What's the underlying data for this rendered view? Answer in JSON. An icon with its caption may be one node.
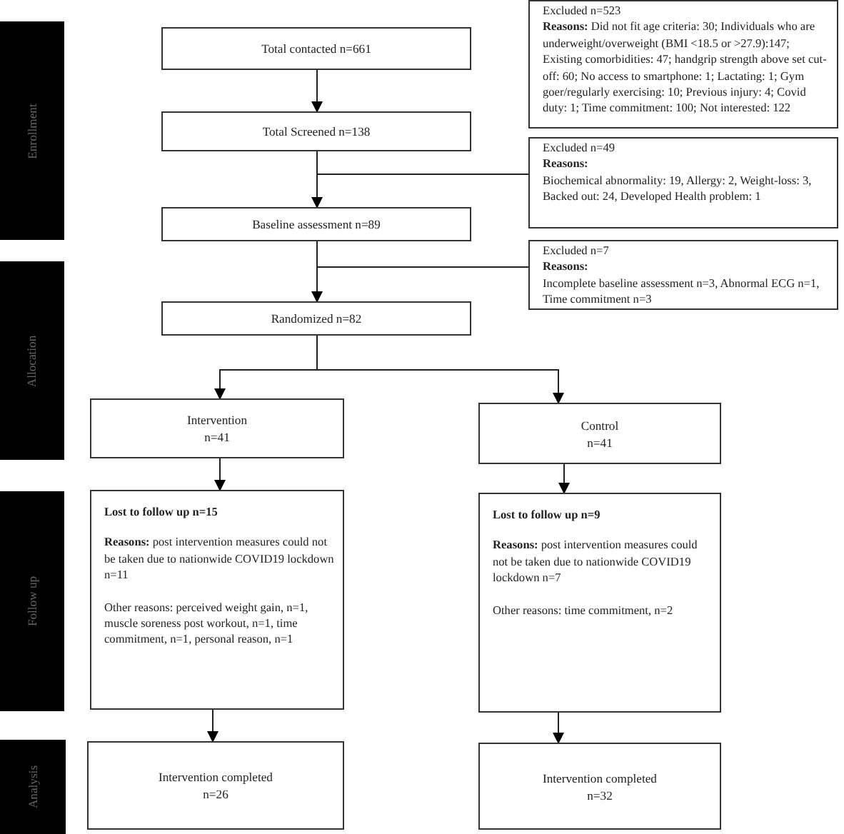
{
  "diagram": {
    "nodes": [
      {
        "text": [
          "Total contacted n=661"
        ]
      },
      {
        "text": [
          "Excluded n=523",
          "**Reasons:** Did not fit age criteria: 30; Individuals who are underweight/overweight (BMI <18.5 or >27.9):147; Existing comorbidities: 47; handgrip strength above set cut-off: 60; No access to smartphone: 1; Lactating: 1; Gym goer/regularly exercising: 10; Previous injury: 4; Covid duty: 1; Time commitment: 100; Not interested: 122"
        ]
      },
      {
        "text": [
          "Total Screened n=138"
        ]
      },
      {
        "text": [
          "Excluded n=49",
          "**Reasons:**",
          "Biochemical abnormality: 19, Allergy: 2, Weight-loss: 3, Backed out: 24, Developed Health problem: 1"
        ]
      },
      {
        "text": [
          "Baseline assessment n=89"
        ]
      },
      {
        "text": [
          "Excluded n=7",
          "**Reasons:**",
          "Incomplete baseline assessment n=3, Abnormal ECG n=1, Time commitment n=3"
        ]
      },
      {
        "text": [
          "Randomized n=82"
        ]
      },
      {
        "text": [
          "Intervention",
          "n=41"
        ]
      },
      {
        "text": [
          "Control",
          "n=41"
        ]
      },
      {
        "text": [
          "**Lost to follow up n=15**",
          "**Reasons:** post intervention measures could not be taken due to nationwide COVID19 lockdown n=11",
          "Other reasons: perceived weight gain, n=1, muscle soreness post workout, n=1, time commitment, n=1, personal reason, n=1"
        ]
      },
      {
        "text": [
          "**Lost to follow up n=9**",
          "**Reasons:** post intervention measures could not be taken due to nationwide COVID19 lockdown n=7",
          "Other reasons: time commitment, n=2"
        ]
      },
      {
        "text": [
          "Intervention completed",
          "n=26"
        ]
      },
      {
        "text": [
          "Intervention completed",
          "n=32"
        ]
      },
      {
        "text": [
          "Enrollment"
        ]
      },
      {
        "text": [
          "Allocation"
        ]
      },
      {
        "text": [
          "Follow up"
        ]
      },
      {
        "text": [
          "Analysis"
        ]
      }
    ],
    "edges": [
      {
        "from": 0,
        "to": 2,
        "arrow": "to"
      },
      {
        "from": 2,
        "to": 3,
        "arrow": "none"
      },
      {
        "from": 2,
        "to": 4,
        "arrow": "to"
      },
      {
        "from": 4,
        "to": 5,
        "arrow": "none"
      },
      {
        "from": 4,
        "to": 6,
        "arrow": "to"
      },
      {
        "from": 6,
        "to": 7,
        "arrow": "to"
      },
      {
        "from": 6,
        "to": 8,
        "arrow": "to"
      },
      {
        "from": 7,
        "to": 9,
        "arrow": "to"
      },
      {
        "from": 8,
        "to": 10,
        "arrow": "to"
      },
      {
        "from": 9,
        "to": 11,
        "arrow": "to"
      },
      {
        "from": 10,
        "to": 12,
        "arrow": "to"
      }
    ]
  }
}
